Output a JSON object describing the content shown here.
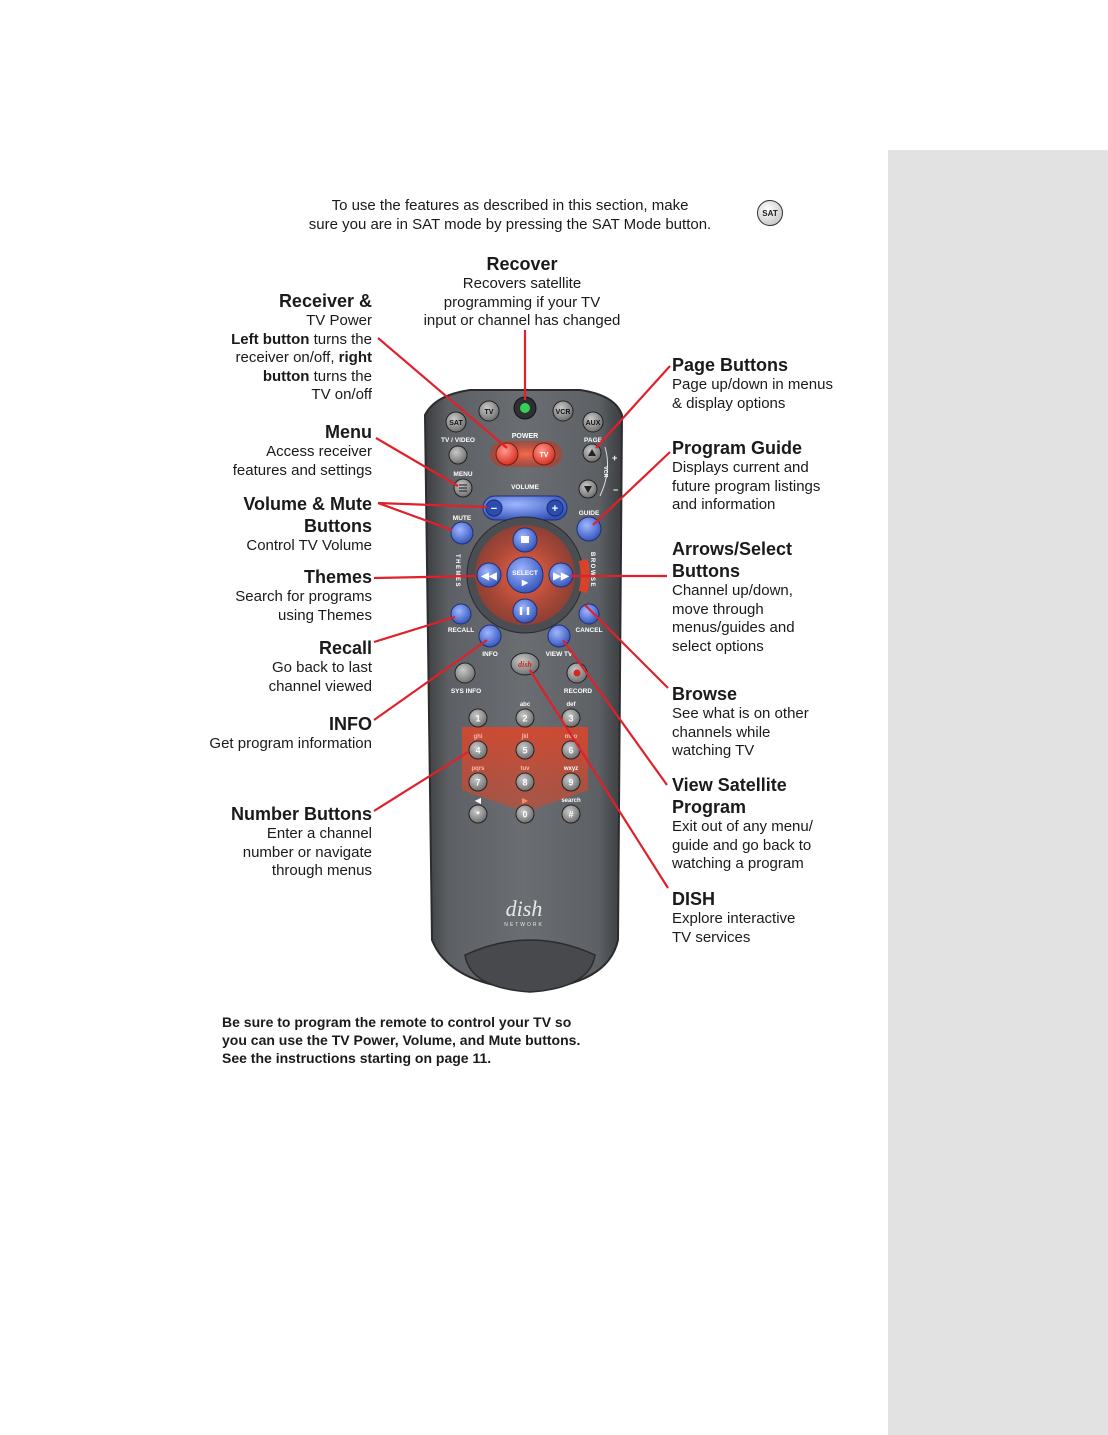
{
  "intro": {
    "line1": "To use the features as described in this section, make",
    "line2": "sure you are in SAT mode by pressing the SAT Mode button.",
    "sat_badge": "SAT"
  },
  "callouts": {
    "recover": {
      "title": "Recover",
      "lines": [
        "Recovers satellite",
        "programming if your TV",
        "input or channel has changed"
      ]
    },
    "receiver": {
      "title": "Receiver &",
      "line1": "TV Power",
      "l2_bold": "Left button",
      "l2_rest": " turns the",
      "l3_pre": "receiver on/off, ",
      "l3_bold": "right",
      "l4_bold": "button",
      "l4_rest": " turns the",
      "line5": "TV on/off"
    },
    "menu": {
      "title": "Menu",
      "lines": [
        "Access receiver",
        "features and settings"
      ]
    },
    "volume": {
      "title1": "Volume & Mute",
      "title2": "Buttons",
      "lines": [
        "Control TV Volume"
      ]
    },
    "themes": {
      "title": "Themes",
      "lines": [
        "Search for programs",
        "using Themes"
      ]
    },
    "recall": {
      "title": "Recall",
      "lines": [
        "Go back to last",
        "channel viewed"
      ]
    },
    "info": {
      "title": "INFO",
      "lines": [
        "Get program information"
      ]
    },
    "number": {
      "title": "Number Buttons",
      "lines": [
        "Enter a channel",
        "number or navigate",
        "through menus"
      ]
    },
    "page": {
      "title": "Page Buttons",
      "lines": [
        "Page up/down in menus",
        "& display options"
      ]
    },
    "guide": {
      "title": "Program Guide",
      "lines": [
        "Displays current and",
        "future program listings",
        "and information"
      ]
    },
    "arrows": {
      "title1": "Arrows/Select",
      "title2": "Buttons",
      "lines": [
        "Channel up/down,",
        "move through",
        "menus/guides and",
        "select options"
      ]
    },
    "browse": {
      "title": "Browse",
      "lines": [
        "See what is on other",
        "channels while",
        "watching TV"
      ]
    },
    "view": {
      "title1": "View Satellite",
      "title2": "Program",
      "lines": [
        "Exit out of any menu/",
        "guide and go back to",
        "watching a program"
      ]
    },
    "dish": {
      "title": "DISH",
      "lines": [
        "Explore interactive",
        "TV services"
      ]
    }
  },
  "note": "Be sure to program the remote to control your TV so you can use the TV Power, Volume, and Mute buttons. See the instructions starting on page 11.",
  "remote": {
    "mode_buttons": [
      "SAT",
      "TV",
      "VCR",
      "AUX"
    ],
    "power_label": "POWER",
    "tv_label": "TV",
    "tv_video_label": "TV / VIDEO",
    "page_label": "PAGE",
    "vcr_side": "VCR",
    "menu_label": "MENU",
    "volume_label": "VOLUME",
    "mute_label": "MUTE",
    "guide_label": "GUIDE",
    "themes_side": "THEMES",
    "browse_side": "BROWSE",
    "select_label": "SELECT",
    "recall_label": "RECALL",
    "cancel_label": "CANCEL",
    "info_label": "INFO",
    "view_tv_label": "VIEW TV",
    "sys_info_label": "SYS INFO",
    "record_label": "RECORD",
    "keys": [
      "1",
      "2",
      "3",
      "4",
      "5",
      "6",
      "7",
      "8",
      "9",
      "*",
      "0",
      "#"
    ],
    "key_letters": [
      "abc",
      "def",
      "ghi",
      "jkl",
      "mno",
      "pqrs",
      "tuv",
      "wxyz",
      "search"
    ],
    "logo": "dish",
    "logo_sub": "NETWORK"
  },
  "colors": {
    "callout_line": "#e0202a",
    "remote_body": "#55585c",
    "blue_button": "#4a6fd0",
    "red_button": "#e24a3a",
    "sidebar": "#e2e2e2"
  }
}
